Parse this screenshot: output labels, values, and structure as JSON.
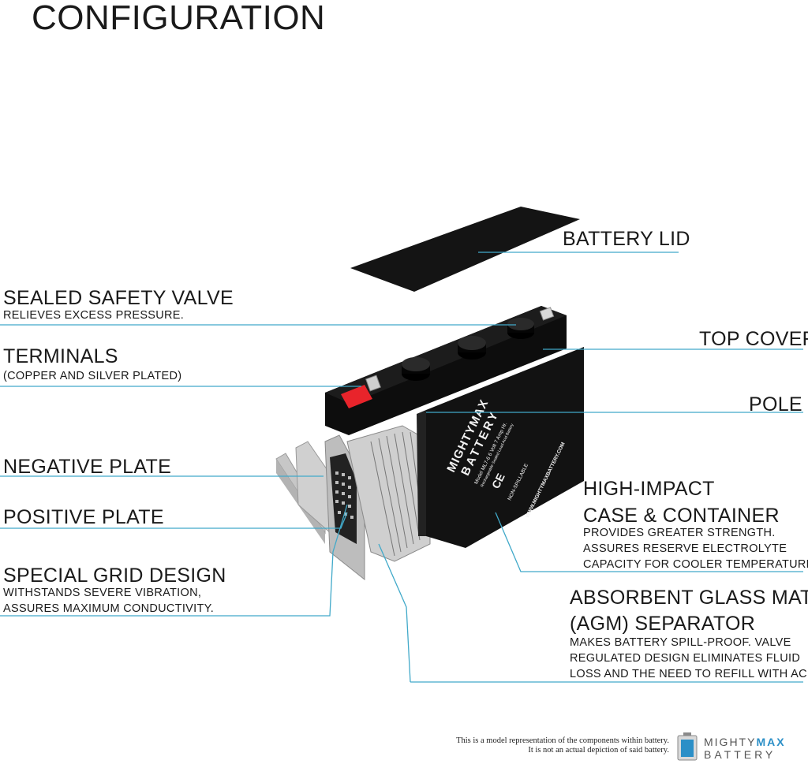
{
  "title": "CONFIGURATION",
  "labels": {
    "battery_lid": "BATTERY LID",
    "sealed_valve": "SEALED SAFETY VALVE",
    "sealed_valve_desc": "RELIEVES EXCESS PRESSURE.",
    "terminals": "TERMINALS",
    "terminals_desc": "(COPPER AND SILVER PLATED)",
    "top_cover": "TOP COVER",
    "pole": "POLE",
    "negative_plate": "NEGATIVE PLATE",
    "positive_plate": "POSITIVE PLATE",
    "grid_design": "SPECIAL GRID DESIGN",
    "grid_desc_1": "WITHSTANDS SEVERE VIBRATION,",
    "grid_desc_2": "ASSURES MAXIMUM CONDUCTIVITY.",
    "case_1": "HIGH-IMPACT",
    "case_2": "CASE & CONTAINER",
    "case_desc_1": "PROVIDES GREATER STRENGTH.",
    "case_desc_2": "ASSURES RESERVE ELECTROLYTE",
    "case_desc_3": "CAPACITY FOR COOLER TEMPERATURES.",
    "agm_1": "ABSORBENT GLASS MAT",
    "agm_2": "(AGM) SEPARATOR",
    "agm_desc_1": "MAKES BATTERY SPILL-PROOF. VALVE",
    "agm_desc_2": "REGULATED DESIGN ELIMINATES FLUID",
    "agm_desc_3": "LOSS AND THE NEED TO REFILL WITH ACID."
  },
  "battery_print": {
    "brand_1": "MIGHTYMAX",
    "brand_2": "BATTERY",
    "model": "Model ML7-6 6 Volt 7 Amp Hr.",
    "rechargeable": "Rechargeable Sealed Lead Acid Battery",
    "nonspillable": "NON-SPILLABLE",
    "website": "WWW.MIGHTYMAXBATTERY.COM",
    "ce": "CE"
  },
  "disclaimer": {
    "line1": "This is a model representation of the components within battery.",
    "line2": "It is not an actual depiction of said battery."
  },
  "logo": {
    "mighty": "MIGHTY",
    "max": "MAX",
    "battery": "BATTERY"
  },
  "colors": {
    "leader_line": "#41a9c9",
    "terminal_red": "#e8242b",
    "case_black": "#111111",
    "plate_gray": "#b8b8b8",
    "brand_blue": "#2b8fc7"
  }
}
